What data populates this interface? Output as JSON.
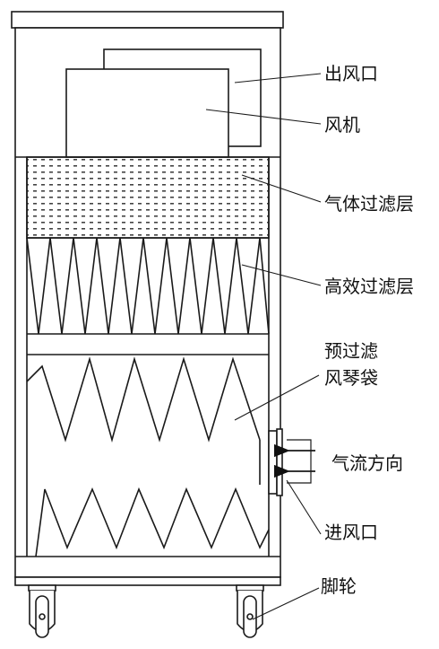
{
  "labels": {
    "outlet": "出风口",
    "fan": "风机",
    "gas_filter": "气体过滤层",
    "hepa_filter": "高效过滤层",
    "prefilter_line1": "预过滤",
    "prefilter_line2": "风琴袋",
    "airflow_direction": "气流方向",
    "inlet": "进风口",
    "casters": "脚轮"
  },
  "colors": {
    "stroke": "#1a1a1a",
    "dots": "#444444",
    "background": "#ffffff"
  }
}
